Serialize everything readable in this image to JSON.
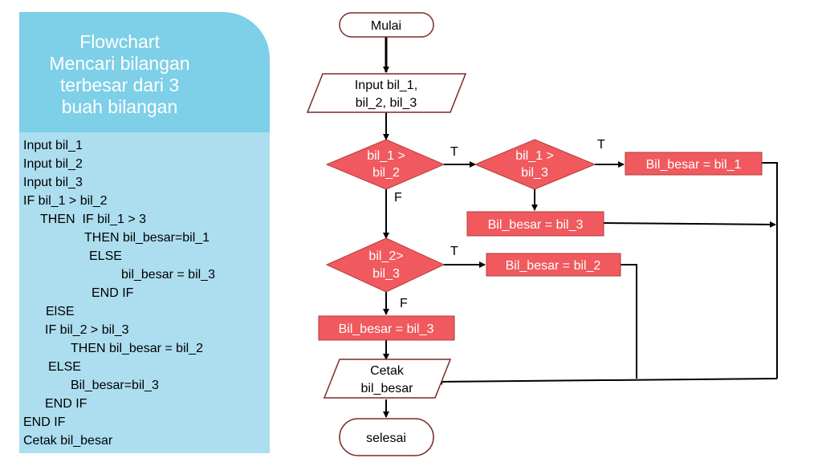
{
  "title": {
    "lines": [
      "Flowchart",
      "Mencari bilangan",
      "terbesar dari 3",
      "buah bilangan"
    ]
  },
  "pseudocode": [
    "Input bil_1",
    "Input bil_2",
    "Input bil_3",
    "IF bil_1 > bil_2",
    "THEN  IF bil_1 > 3",
    "THEN bil_besar=bil_1",
    "ELSE",
    "bil_besar = bil_3",
    "END IF",
    "ElSE",
    "IF bil_2 > bil_3",
    "THEN bil_besar = bil_2",
    "ELSE",
    "Bil_besar=bil_3",
    "END IF",
    "END IF",
    "Cetak bil_besar"
  ],
  "flowchart": {
    "start": "Mulai",
    "input": [
      "Input bil_1,",
      "bil_2, bil_3"
    ],
    "decision1": [
      "bil_1 >",
      "bil_2"
    ],
    "decision2": [
      "bil_1 >",
      "bil_3"
    ],
    "decision3": [
      "bil_2>",
      "bil_3"
    ],
    "box_bil1": "Bil_besar = bil_1",
    "box_bil3_top": "Bil_besar = bil_3",
    "box_bil2": "Bil_besar = bil_2",
    "box_bil3_bottom": "Bil_besar = bil_3",
    "output": [
      "Cetak",
      "bil_besar"
    ],
    "end": "selesai",
    "label_true": "T",
    "label_false": "F"
  },
  "colors": {
    "title_bg": "#7ecfe8",
    "code_bg": "#acdeef",
    "shape_fill": "#f05a5e"
  }
}
